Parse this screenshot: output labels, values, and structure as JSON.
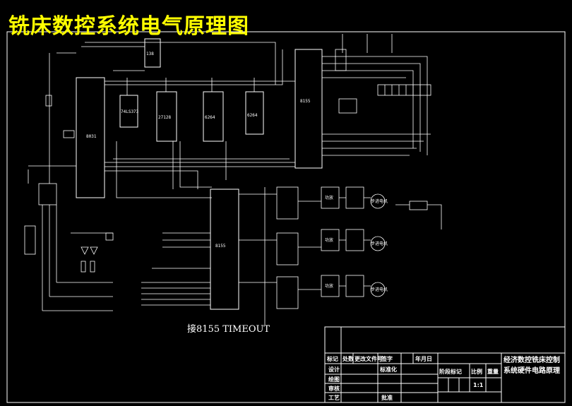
{
  "title": "铣床数控系统电气原理图",
  "note": "接8155 TIMEOUT",
  "colors": {
    "background": "#000000",
    "title": "#ffff00",
    "lines": "#ffffff"
  },
  "chips": {
    "cpu": "8031",
    "latch": "74LS373",
    "eprom": "27128",
    "ram": "6264",
    "io1": "8155",
    "io2": "8155",
    "decoder": "138",
    "ram2": "6264"
  },
  "drive_labels": [
    "功放",
    "功放",
    "功放"
  ],
  "motor_labels": [
    "步进电机",
    "步进电机",
    "步进电机"
  ],
  "title_block": {
    "headers": [
      "标记",
      "处数",
      "更改文件号",
      "签字",
      "年月日"
    ],
    "rows": [
      "设计",
      "绘图",
      "审核",
      "工艺"
    ],
    "std": "标准化",
    "approve": "批准",
    "stage": "阶段标记",
    "scale_label": "比例",
    "weight_label": "重量",
    "scale": "1:1",
    "drawing_title_1": "经济数控铣床控制",
    "drawing_title_2": "系统硬件电路原理"
  }
}
